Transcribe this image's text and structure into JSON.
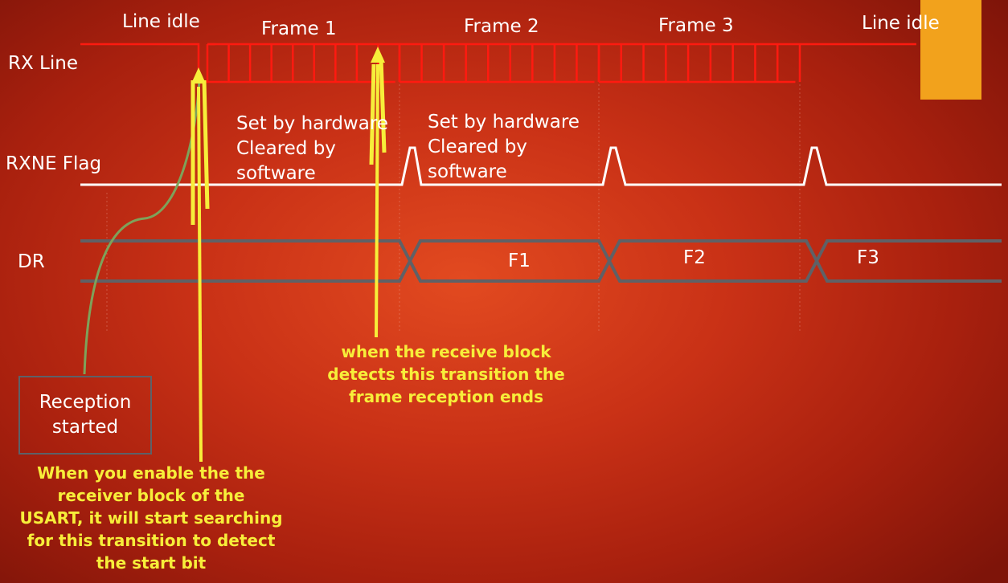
{
  "signals": {
    "rx_line": "RX Line",
    "rxne_flag": "RXNE Flag",
    "dr": "DR"
  },
  "rx_line_labels": {
    "idle_start": "Line idle",
    "frame1": "Frame 1",
    "frame2": "Frame 2",
    "frame3": "Frame 3",
    "idle_end": "Line idle"
  },
  "rxne_notes": {
    "note1": {
      "line1": "Set by hardware",
      "line2": "Cleared by",
      "line3": "software"
    },
    "note2": {
      "line1": "Set by hardware",
      "line2": "Cleared by",
      "line3": "software"
    }
  },
  "dr_values": [
    "F1",
    "F2",
    "F3"
  ],
  "reception_box": {
    "line1": "Reception",
    "line2": "started"
  },
  "annotations": {
    "frame_end": {
      "line1": "when the receive block",
      "line2": "detects this transition the",
      "line3": "frame reception ends"
    },
    "start_bit": {
      "line1": "When you enable the the",
      "line2": "receiver block of the",
      "line3": "USART, it will start searching",
      "line4": "for this transition to detect",
      "line5": "the start bit"
    }
  },
  "colors": {
    "rx_line": "#ff1a10",
    "rxne_line": "#ffffff",
    "dr_bus": "#5f6166",
    "annotation_arrow": "#f7ee3a",
    "reception_arrow": "#7ea25a",
    "idle_block": "#f2a21c"
  }
}
